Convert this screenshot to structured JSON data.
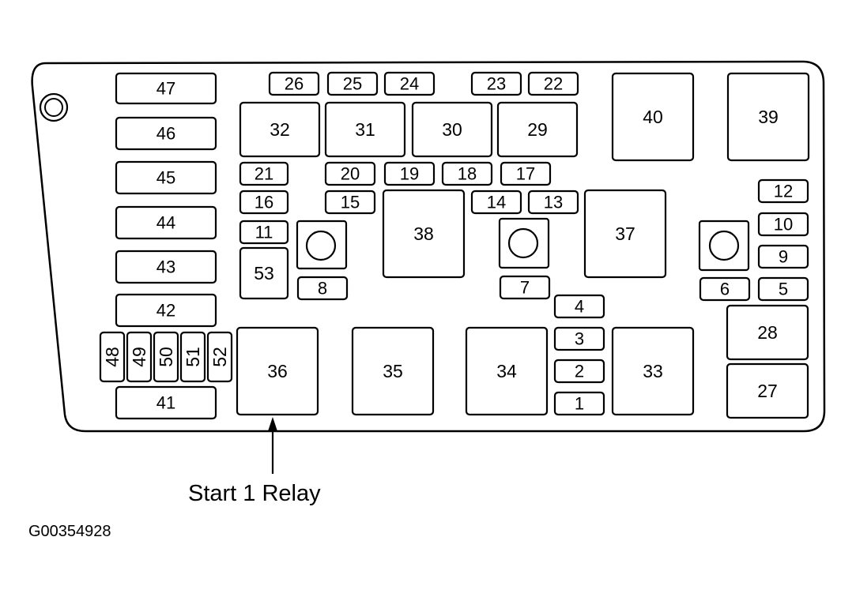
{
  "diagram": {
    "callout": "Start 1 Relay",
    "figure_id": "G00354928",
    "slots": {
      "s1": "1",
      "s2": "2",
      "s3": "3",
      "s4": "4",
      "s5": "5",
      "s6": "6",
      "s7": "7",
      "s8": "8",
      "s9": "9",
      "s10": "10",
      "s11": "11",
      "s12": "12",
      "s13": "13",
      "s14": "14",
      "s15": "15",
      "s16": "16",
      "s17": "17",
      "s18": "18",
      "s19": "19",
      "s20": "20",
      "s21": "21",
      "s22": "22",
      "s23": "23",
      "s24": "24",
      "s25": "25",
      "s26": "26",
      "s27": "27",
      "s28": "28",
      "s29": "29",
      "s30": "30",
      "s31": "31",
      "s32": "32",
      "s33": "33",
      "s34": "34",
      "s35": "35",
      "s36": "36",
      "s37": "37",
      "s38": "38",
      "s39": "39",
      "s40": "40",
      "s41": "41",
      "s42": "42",
      "s43": "43",
      "s44": "44",
      "s45": "45",
      "s46": "46",
      "s47": "47",
      "s48": "48",
      "s49": "49",
      "s50": "50",
      "s51": "51",
      "s52": "52",
      "s53": "53"
    }
  }
}
